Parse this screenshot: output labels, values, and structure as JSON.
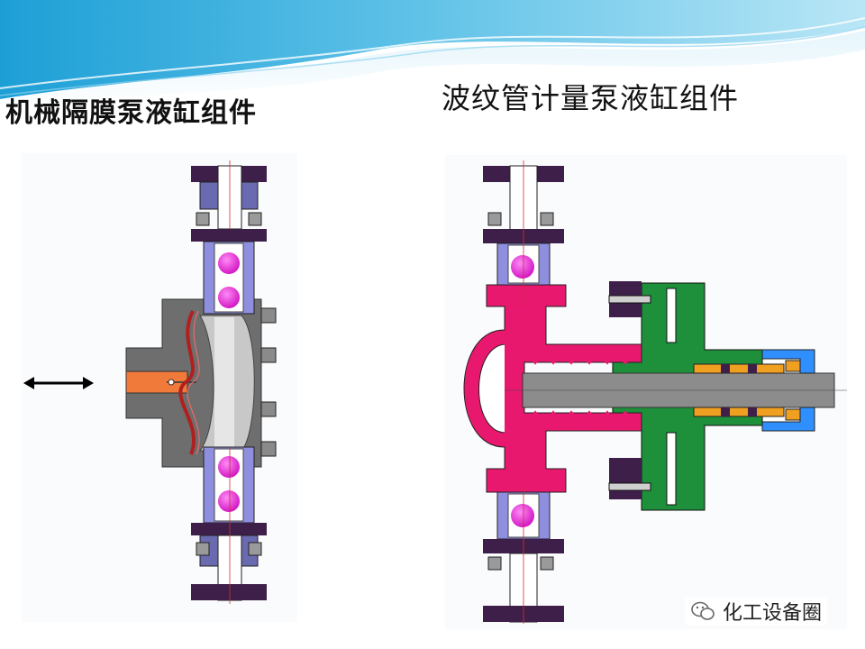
{
  "titles": {
    "left": "机械隔膜泵液缸组件",
    "right": "波纹管计量泵液缸组件"
  },
  "watermark": {
    "text": "化工设备圈",
    "icon": "wechat-icon"
  },
  "colors": {
    "header_wave": "#5fb4d8",
    "body_gray": "#6e6e6e",
    "valve_ball": "#e020d0",
    "valve_cage": "#8f8fe0",
    "flange": "#3e1f4a",
    "diaphragm": "#b02020",
    "plunger_orange": "#f07a3a",
    "bellows_magenta": "#e8186e",
    "housing_green": "#1e8f3a",
    "seal_blue": "#2f8fff",
    "packing_orange": "#f0a020"
  }
}
